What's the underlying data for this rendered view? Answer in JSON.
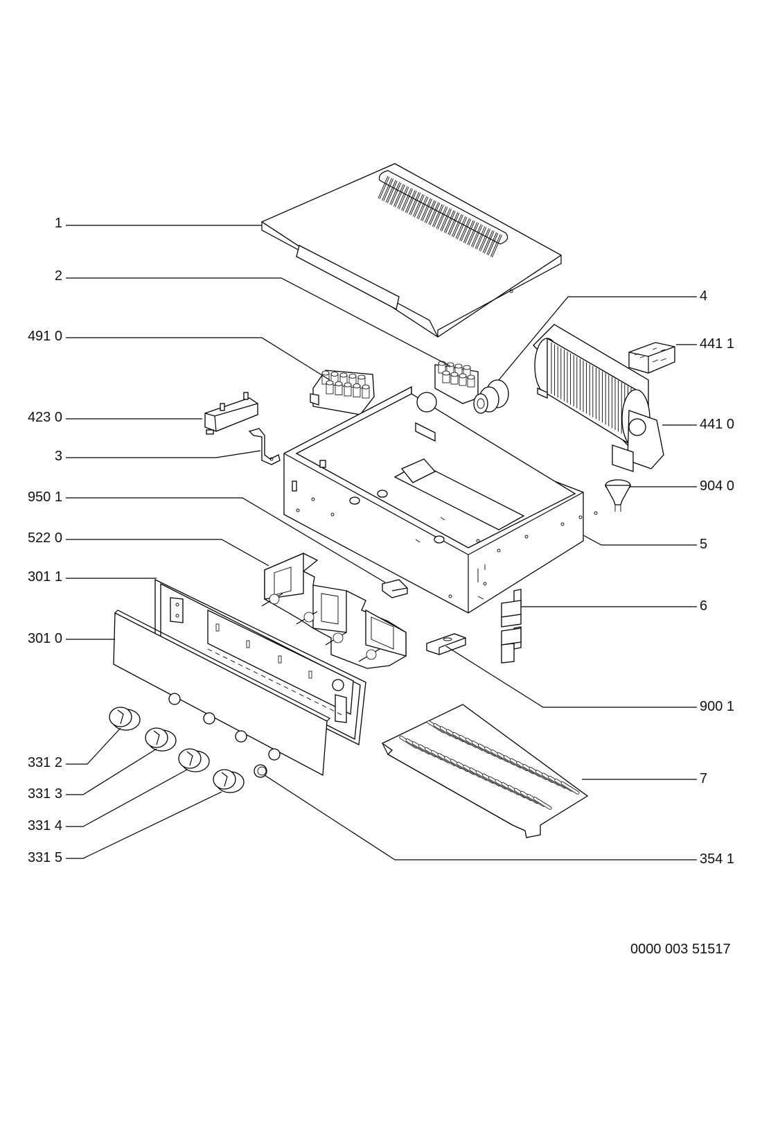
{
  "labels": {
    "l1": "1",
    "l2": "2",
    "l4910": "491 0",
    "l4230": "423 0",
    "l3": "3",
    "l9501": "950 1",
    "l5220": "522 0",
    "l3011": "301 1",
    "l3010": "301 0",
    "l3312": "331 2",
    "l3313": "331 3",
    "l3314": "331 4",
    "l3315": "331 5",
    "l4": "4",
    "l4411": "441 1",
    "l4410": "441 0",
    "l9040": "904 0",
    "l5": "5",
    "l6": "6",
    "l9001": "900 1",
    "l7": "7",
    "l3541": "354 1"
  },
  "doc_number": "0000 003 51517"
}
